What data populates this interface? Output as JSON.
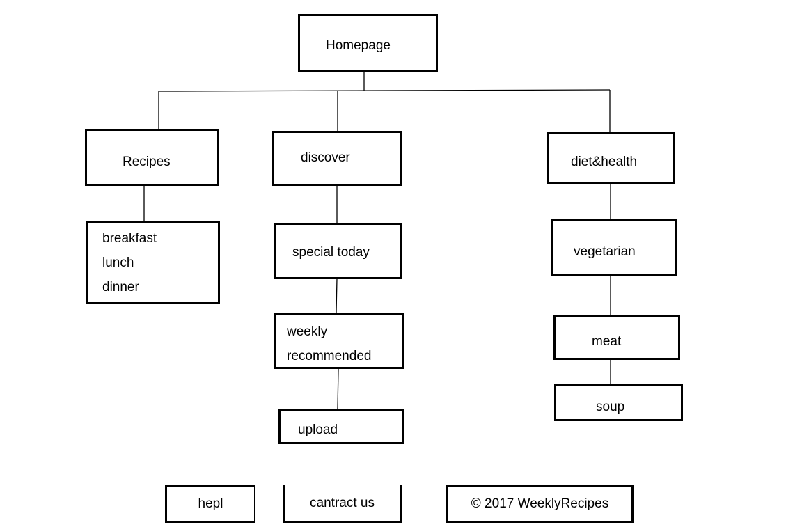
{
  "nodes": {
    "homepage": "Homepage",
    "recipes": "Recipes",
    "meals": [
      "breakfast",
      "lunch",
      "dinner"
    ],
    "discover": "discover",
    "special_today": "special today",
    "weekly_recommended": [
      "weekly",
      "recommended"
    ],
    "upload": "upload",
    "diet_health": "diet&health",
    "vegetarian": "vegetarian",
    "meat": "meat",
    "soup": "soup"
  },
  "footer": {
    "help": "hepl",
    "contact": "cantract us",
    "copyright": "© 2017 WeeklyRecipes"
  }
}
